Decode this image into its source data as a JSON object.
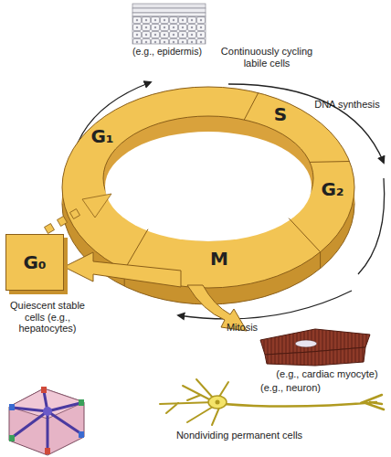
{
  "diagram": {
    "nodes": [
      {
        "text": [
          "G₀"
        ]
      }
    ],
    "labels": [
      "(e.g., epidermis)",
      "Continuously cycling labile cells",
      "DNA synthesis",
      "S",
      "G₁",
      "G₂",
      "M",
      "Mitosis",
      "Quiescent stable cells (e.g., hepatocytes)",
      "(e.g., cardiac myocyte)",
      "(e.g., neuron)",
      "Nondividing permanent cells"
    ]
  }
}
